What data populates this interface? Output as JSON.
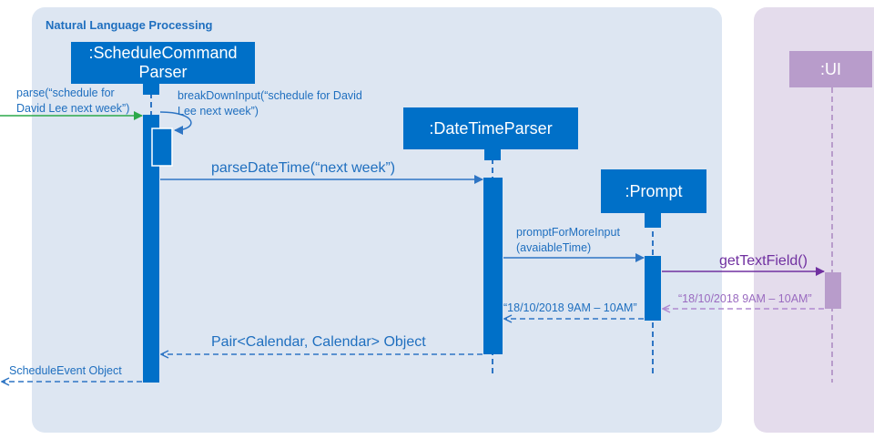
{
  "frames": {
    "nlp": {
      "title": "Natural Language Processing"
    },
    "ui": {
      "title": ""
    }
  },
  "lifelines": {
    "schedule_parser": {
      "line1": ":ScheduleCommand",
      "line2": "Parser"
    },
    "datetime_parser": {
      "label": ":DateTimeParser"
    },
    "prompt": {
      "label": ":Prompt"
    },
    "ui": {
      "label": ":UI"
    }
  },
  "messages": {
    "parse": {
      "line1": "parse(“schedule for",
      "line2": "David Lee next week”)"
    },
    "breakdown": {
      "line1": "breakDownInput(“schedule for David",
      "line2": "Lee next week”)"
    },
    "parse_datetime": {
      "label": "parseDateTime(“next week”)"
    },
    "prompt_more": {
      "line1": "promptForMoreInput",
      "line2": "(avaiableTime)"
    },
    "get_text_field": {
      "label": "getTextField()"
    },
    "ui_return": {
      "label": "“18/10/2018  9AM – 10AM”"
    },
    "prompt_return": {
      "label": "“18/10/2018 9AM – 10AM”"
    },
    "pair_return": {
      "label": "Pair<Calendar, Calendar> Object"
    },
    "event_return": {
      "label": "ScheduleEvent Object"
    }
  },
  "colors": {
    "blue": "#0070c8",
    "frame_blue": "#dde6f2",
    "frame_purple": "#e4dcec",
    "ui_purple": "#b89ccb",
    "green": "#2ca84a",
    "purple_text": "#7030a0"
  }
}
